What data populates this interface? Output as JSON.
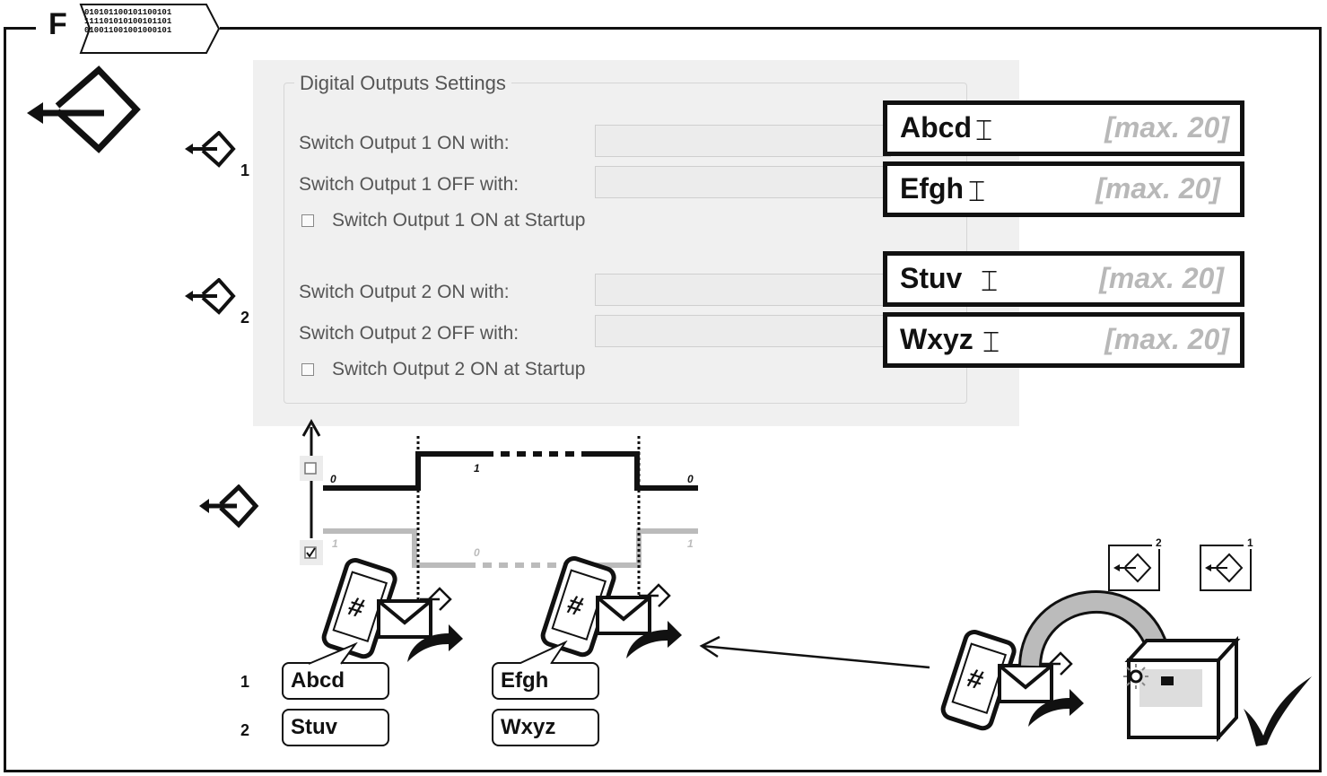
{
  "header": {
    "letter": "F",
    "binary": [
      "010101100101100101",
      "111101010100101101",
      "010011001001000101"
    ]
  },
  "panel": {
    "group_title": "Digital Outputs Settings",
    "rows": [
      {
        "label": "Switch Output 1 ON with:"
      },
      {
        "label": "Switch Output 1 OFF with:"
      },
      {
        "label": "Switch Output 1 ON at Startup"
      },
      {
        "label": "Switch Output 2 ON with:"
      },
      {
        "label": "Switch Output 2 OFF with:"
      },
      {
        "label": "Switch Output 2 ON at Startup"
      }
    ],
    "icon_subscripts": [
      "1",
      "2"
    ]
  },
  "value_boxes": [
    {
      "value": "Abcd",
      "hint": "[max. 20]"
    },
    {
      "value": "Efgh",
      "hint": "[max. 20]"
    },
    {
      "value": "Stuv",
      "hint": "[max. 20]"
    },
    {
      "value": "Wxyz",
      "hint": "[max. 20]"
    }
  ],
  "timing": {
    "upper_levels": [
      "0",
      "1",
      "0"
    ],
    "lower_levels": [
      "1",
      "0",
      "1"
    ]
  },
  "bubbles": {
    "row_numbers": [
      "1",
      "2"
    ],
    "on_labels": [
      "Abcd",
      "Stuv"
    ],
    "off_labels": [
      "Efgh",
      "Wxyz"
    ]
  },
  "device_icons": {
    "badges": [
      "2",
      "1"
    ]
  },
  "colors": {
    "line": "#111111",
    "gray_line": "#bbbbbb",
    "panel_bg": "#f0f0f0",
    "hint": "#b8b8b8"
  }
}
